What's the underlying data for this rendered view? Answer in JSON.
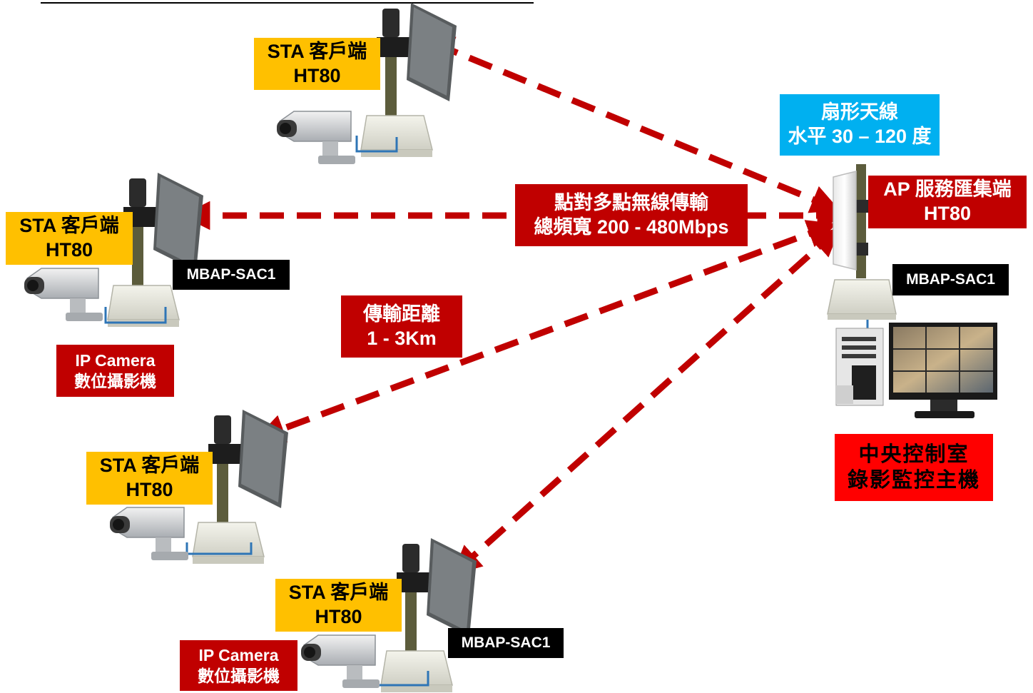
{
  "diagram": {
    "ap_antenna": {
      "label_line1": "扇形天線",
      "label_line2": "水平 30 – 120 度"
    },
    "ap": {
      "label_line1": "AP 服務匯集端",
      "label_line2": "HT80",
      "device": "MBAP-SAC1"
    },
    "link": {
      "label_line1": "點對多點無線傳輸",
      "label_line2": "總頻寬 200 - 480Mbps"
    },
    "distance": {
      "label_line1": "傳輸距離",
      "label_line2": "1 - 3Km"
    },
    "control_room": {
      "label_line1": "中央控制室",
      "label_line2": "錄影監控主機"
    },
    "stations": [
      {
        "label_line1": "STA 客戶端",
        "label_line2": "HT80"
      },
      {
        "label_line1": "STA 客戶端",
        "label_line2": "HT80",
        "device": "MBAP-SAC1",
        "camera_line1": "IP Camera",
        "camera_line2": "數位攝影機"
      },
      {
        "label_line1": "STA 客戶端",
        "label_line2": "HT80"
      },
      {
        "label_line1": "STA 客戶端",
        "label_line2": "HT80",
        "device": "MBAP-SAC1",
        "camera_line1": "IP Camera",
        "camera_line2": "數位攝影機"
      }
    ],
    "colors": {
      "link_arrow": "#c00000",
      "sta_label": "#ffc000",
      "antenna_label": "#00b0f0",
      "dark_red_label": "#c00000",
      "control_room_label": "#ff0000",
      "device_label": "#000000",
      "cable": "#2e75b6"
    },
    "icons": [
      "panel-antenna-icon",
      "pole-icon",
      "radio-enclosure-icon",
      "ip-camera-icon",
      "sector-antenna-icon",
      "pc-tower-icon",
      "monitor-icon"
    ]
  }
}
